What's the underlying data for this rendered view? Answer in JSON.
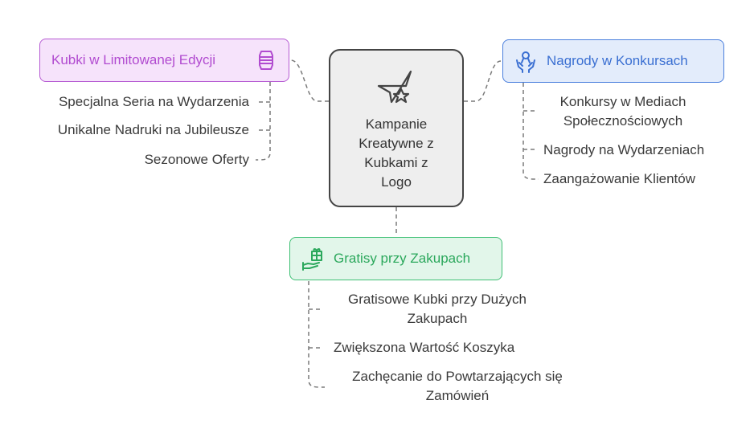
{
  "center": {
    "label": "Kampanie Kreatywne z Kubkami z Logo",
    "label_lines": [
      "Kampanie",
      "Kreatywne z",
      "Kubkami z",
      "Logo"
    ],
    "icon": "star-flag-icon"
  },
  "categories": [
    {
      "id": "limited",
      "title": "Kubki w Limitowanej Edycji",
      "icon": "cup-icon",
      "color": "#b14bd0",
      "fill": "#f6e3fb",
      "items": [
        {
          "lines": [
            "Specjalna Seria na Wydarzenia"
          ]
        },
        {
          "lines": [
            "Unikalne Nadruki na Jubileusze"
          ]
        },
        {
          "lines": [
            "Sezonowe Oferty"
          ]
        }
      ]
    },
    {
      "id": "contests",
      "title": "Nagrody w Konkursach",
      "icon": "award-hands-icon",
      "color": "#3a6fd2",
      "fill": "#e3ecfb",
      "items": [
        {
          "lines": [
            "Konkursy w Mediach",
            "Społecznościowych"
          ]
        },
        {
          "lines": [
            "Nagrody na Wydarzeniach"
          ]
        },
        {
          "lines": [
            "Zaangażowanie Klientów"
          ]
        }
      ]
    },
    {
      "id": "gifts",
      "title": "Gratisy przy Zakupach",
      "icon": "gift-hand-icon",
      "color": "#2ba85c",
      "fill": "#e2f6ea",
      "items": [
        {
          "lines": [
            "Gratisowe Kubki przy Dużych",
            "Zakupach"
          ]
        },
        {
          "lines": [
            "Zwiększona Wartość Koszyka"
          ]
        },
        {
          "lines": [
            "Zachęcanie do Powtarzających się",
            "Zamówień"
          ]
        }
      ]
    }
  ]
}
